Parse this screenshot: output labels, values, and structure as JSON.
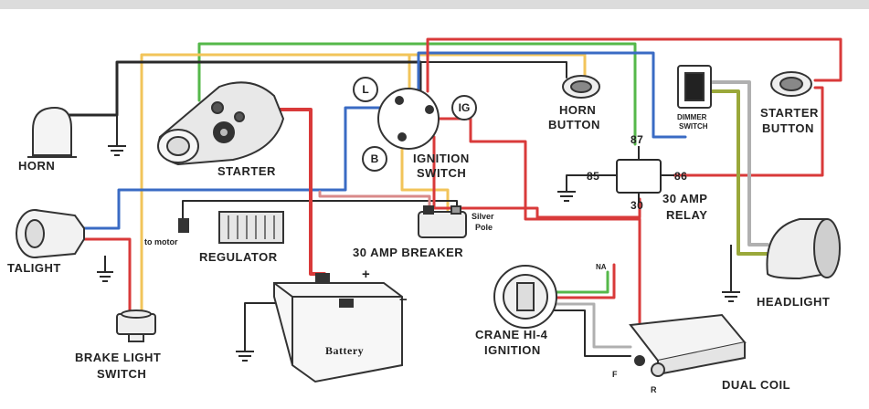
{
  "components": {
    "horn": "HORN",
    "starter": "STARTER",
    "ignition_switch": [
      "IGNITION",
      "SWITCH"
    ],
    "horn_button": [
      "HORN",
      "BUTTON"
    ],
    "dimmer_switch": [
      "DIMMER",
      "SWITCH"
    ],
    "starter_button": [
      "STARTER",
      "BUTTON"
    ],
    "relay": [
      "30 AMP",
      "RELAY"
    ],
    "taillight": "TALIGHT",
    "regulator": "REGULATOR",
    "to_motor": "to motor",
    "breaker": "30 AMP BREAKER",
    "breaker_pole": [
      "Silver",
      "Pole"
    ],
    "battery": "Battery",
    "battery_plus": "+",
    "battery_minus": "−",
    "brake_light_switch": [
      "BRAKE LIGHT",
      "SWITCH"
    ],
    "crane_ignition": [
      "CRANE HI-4",
      "IGNITION"
    ],
    "dual_coil": "DUAL COIL",
    "headlight": "HEADLIGHT"
  },
  "terminals": {
    "L": "L",
    "IG": "IG",
    "B": "B",
    "relay_87": "87",
    "relay_85": "85",
    "relay_86": "86",
    "relay_30": "30",
    "crane_tag": "NA",
    "coil_F": "F",
    "coil_R": "R"
  },
  "wire_colors": {
    "red": "#d93a3a",
    "green": "#55b84a",
    "blue": "#3a6bc4",
    "yellow": "#f2c45a",
    "black": "#2a2a2a",
    "gray": "#b0b0b0",
    "olive": "#9aa83a",
    "pink": "#d98a8a"
  }
}
